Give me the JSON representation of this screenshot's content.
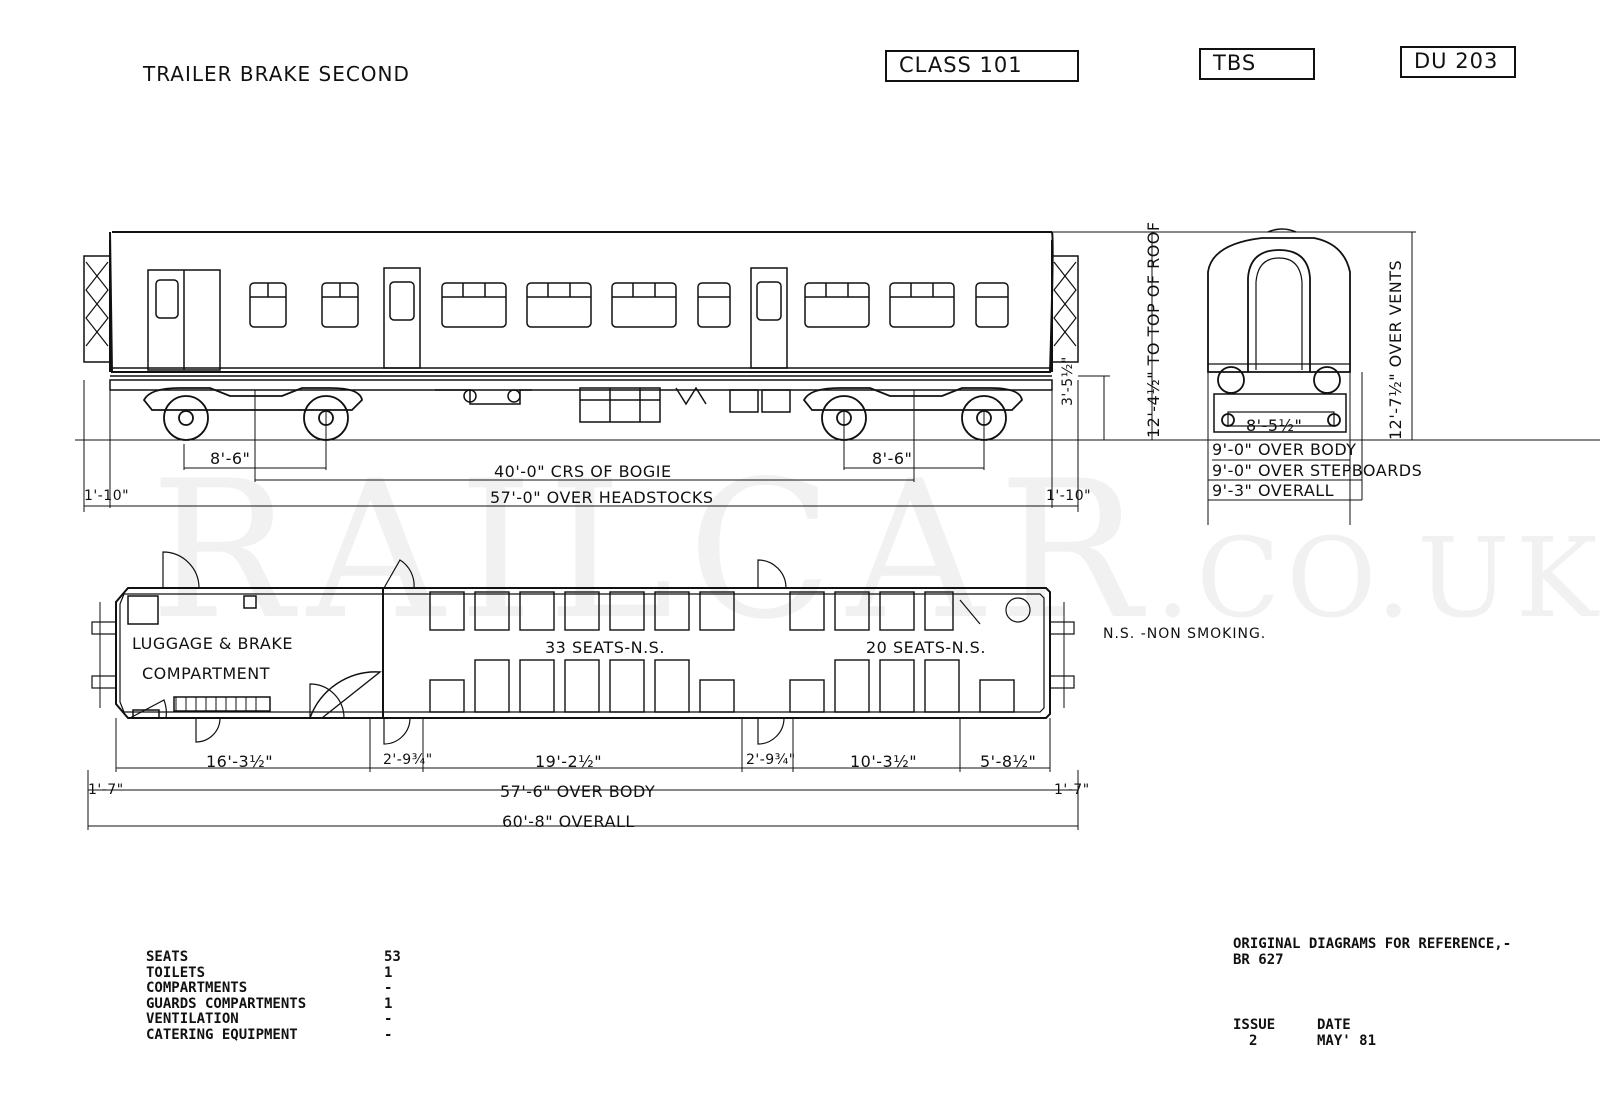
{
  "header": {
    "title": "TRAILER BRAKE SECOND",
    "class_label": "CLASS 101",
    "type_code": "TBS",
    "diagram_code": "DU 203"
  },
  "watermark": {
    "main": "RAILCAR",
    "suffix": ".CO.UK"
  },
  "side_elevation": {
    "bogie_wheelbase_left": "8'-6\"",
    "bogie_wheelbase_right": "8'-6\"",
    "bogie_centres": "40'-0\" CRS OF BOGIE",
    "over_headstocks": "57'-0\" OVER HEADSTOCKS",
    "buffer_left": "1'-10\"",
    "buffer_right": "1'-10\"",
    "buffer_height": "3'-5½\"",
    "height_roof": "12'-4½\" TO TOP OF ROOF"
  },
  "end_elevation": {
    "height_vents": "12'-7½\" OVER VENTS",
    "bogie_gauge": "8'-5½\"",
    "over_body": "9'-0\" OVER BODY",
    "over_stepboards": "9'-0\" OVER STEPBOARDS",
    "overall": "9'-3\" OVERALL"
  },
  "plan": {
    "luggage_label_1": "LUGGAGE & BRAKE",
    "luggage_label_2": "COMPARTMENT",
    "seats_33": "33 SEATS-N.S.",
    "seats_20": "20 SEATS-N.S.",
    "dim_luggage": "16'-3½\"",
    "dim_vest1": "2'-9¾\"",
    "dim_saloon1": "19'-2½\"",
    "dim_vest2": "2'-9¾\"",
    "dim_saloon2": "10'-3½\"",
    "dim_toilet": "5'-8½\"",
    "end_left": "1'-7\"",
    "end_right": "1'-7\"",
    "over_body": "57'-6\" OVER BODY",
    "overall": "60'-8\" OVERALL"
  },
  "note": "N.S. -NON SMOKING.",
  "specs": [
    {
      "label": "SEATS",
      "value": "53"
    },
    {
      "label": "TOILETS",
      "value": "1"
    },
    {
      "label": "COMPARTMENTS",
      "value": "-"
    },
    {
      "label": "GUARDS COMPARTMENTS",
      "value": "1"
    },
    {
      "label": "VENTILATION",
      "value": "-"
    },
    {
      "label": "CATERING EQUIPMENT",
      "value": "-"
    }
  ],
  "reference": {
    "line1": "ORIGINAL DIAGRAMS FOR REFERENCE,-",
    "line2": "BR 627"
  },
  "issue": {
    "issue_label": "ISSUE",
    "date_label": "DATE",
    "issue_value": "2",
    "date_value": "MAY' 81"
  }
}
